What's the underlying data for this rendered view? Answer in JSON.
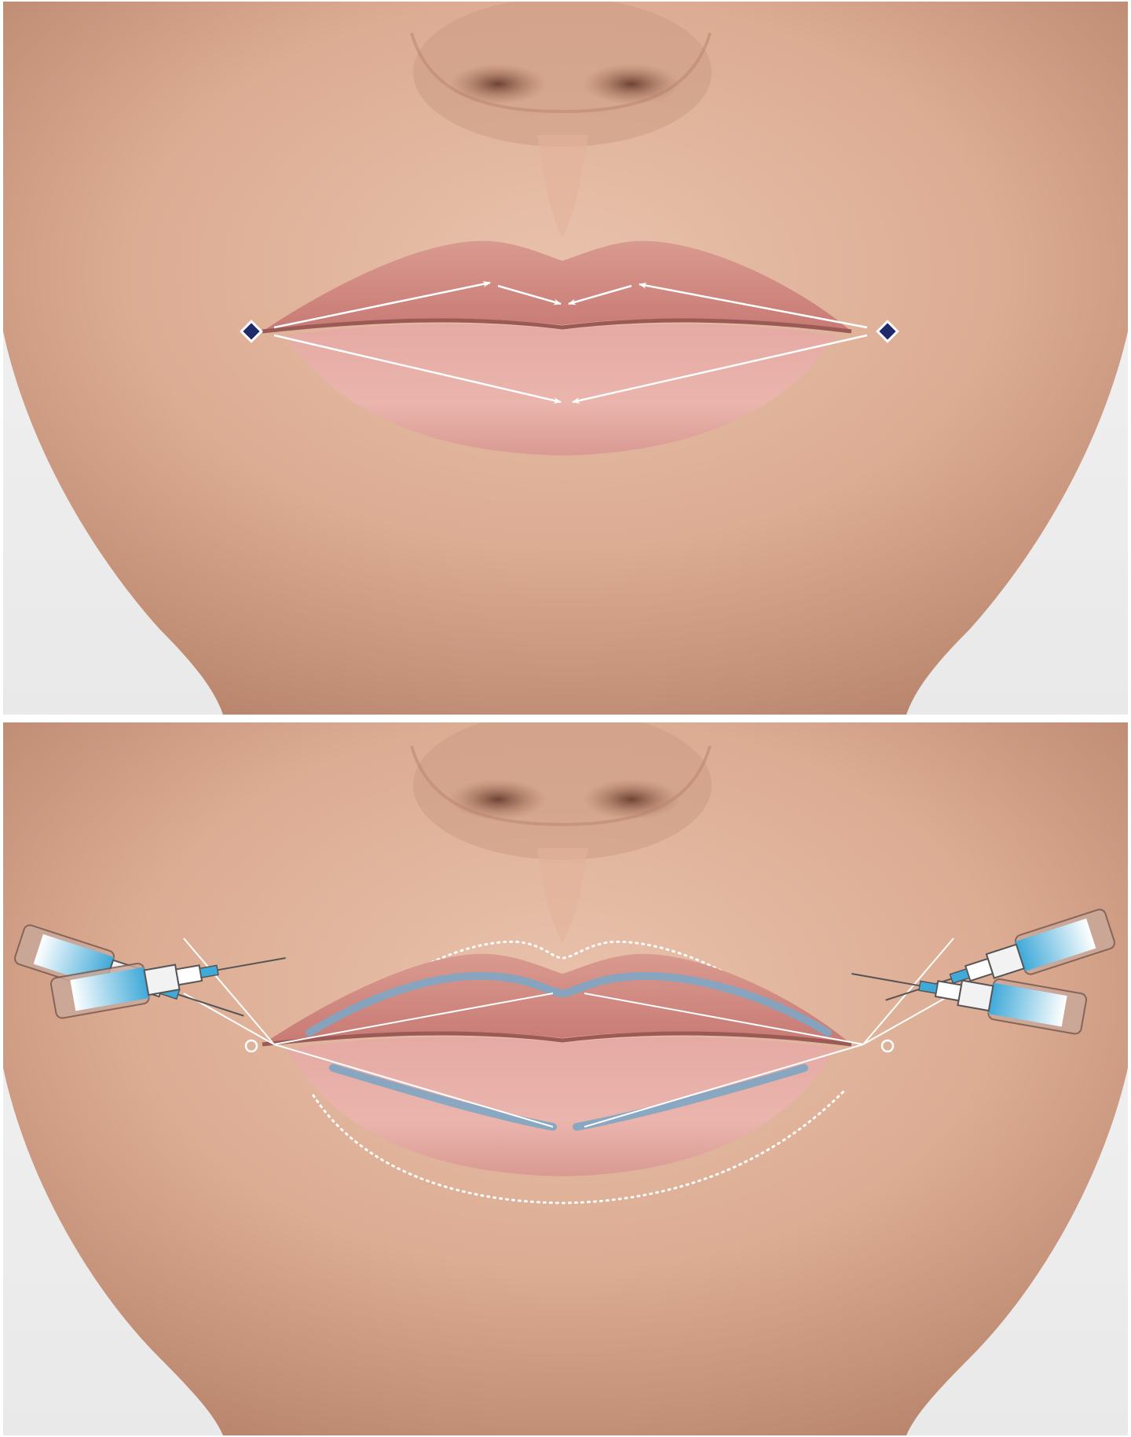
{
  "figure": {
    "panels": [
      {
        "id": "top",
        "depicts": "face-lower-half",
        "overlay": "injection-direction-arrows",
        "marker_color": "#1f2a6b",
        "arrow_color": "#ffffff"
      },
      {
        "id": "bottom",
        "depicts": "face-lower-half",
        "overlay": "syringes-and-filler-paths",
        "filler_color": "#7fa6c4",
        "outline_color": "#ffffff",
        "syringe_fluid_color": "#3fa9d8"
      }
    ]
  }
}
